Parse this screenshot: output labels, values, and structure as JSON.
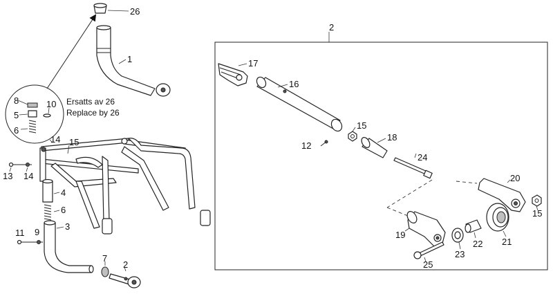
{
  "callouts": {
    "p26": "26",
    "p1": "1",
    "p2_box": "2",
    "p17": "17",
    "p16": "16",
    "p15_mid": "15",
    "p18": "18",
    "p12": "12",
    "p24": "24",
    "p20": "20",
    "p15_right": "15",
    "p19": "19",
    "p22": "22",
    "p21": "21",
    "p23": "23",
    "p25": "25",
    "p8": "8",
    "p10": "10",
    "p5": "5",
    "p6_detail": "6",
    "p14_top": "14",
    "p15_left": "15",
    "p13": "13",
    "p14_left": "14",
    "p4": "4",
    "p6_lower": "6",
    "p11": "11",
    "p9": "9",
    "p3": "3",
    "p7": "7",
    "p2_bottom": "2"
  },
  "note": {
    "line1": "Ersatts av 26",
    "line2": "Replace by 26"
  }
}
